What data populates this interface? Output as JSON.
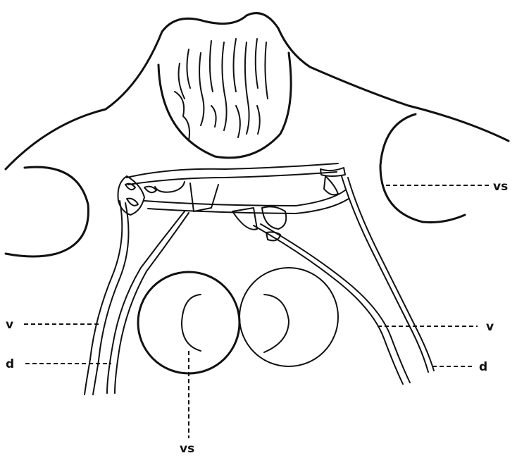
{
  "labels": {
    "vs_right": "vs",
    "v_left": "v",
    "d_left": "d",
    "v_right": "v",
    "d_right": "d",
    "vs_bottom": "vs"
  }
}
